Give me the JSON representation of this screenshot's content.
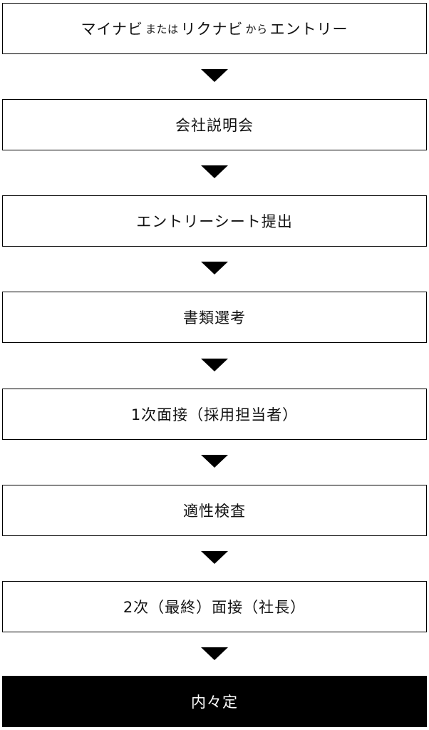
{
  "steps": [
    {
      "id": "entry",
      "parts": [
        {
          "text": "マイナビ",
          "style": "normal"
        },
        {
          "text": "または",
          "style": "small"
        },
        {
          "text": "リクナビ",
          "style": "normal"
        },
        {
          "text": "から",
          "style": "small"
        },
        {
          "text": "エントリー",
          "style": "normal"
        }
      ]
    },
    {
      "id": "company-briefing",
      "label": "会社説明会"
    },
    {
      "id": "entry-sheet",
      "label": "エントリーシート提出"
    },
    {
      "id": "document-screening",
      "label": "書類選考"
    },
    {
      "id": "first-interview",
      "label": "1次面接（採用担当者）"
    },
    {
      "id": "aptitude-test",
      "label": "適性検査"
    },
    {
      "id": "final-interview",
      "label": "2次（最終）面接（社長）"
    },
    {
      "id": "job-offer",
      "label": "内々定"
    }
  ]
}
